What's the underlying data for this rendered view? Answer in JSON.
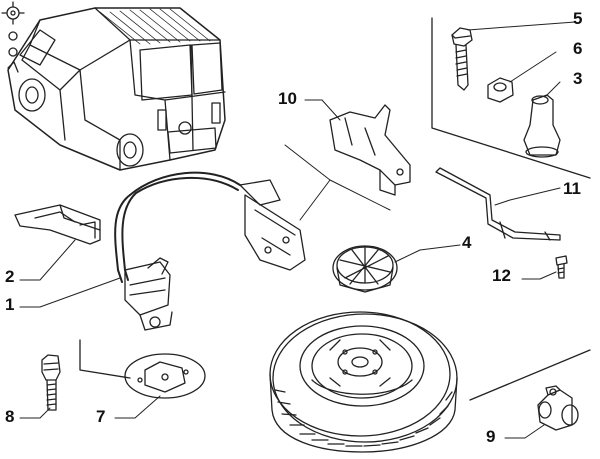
{
  "diagram": {
    "type": "exploded-parts-diagram",
    "subject": "spare wheel and jack mounting",
    "callouts": [
      "1",
      "2",
      "3",
      "4",
      "5",
      "6",
      "7",
      "8",
      "9",
      "10",
      "11",
      "12"
    ],
    "parts": {
      "p1": {
        "label": "1",
        "desc": "spare wheel winch carrier"
      },
      "p2": {
        "label": "2",
        "desc": "bracket"
      },
      "p3": {
        "label": "3",
        "desc": "nut insert"
      },
      "p4": {
        "label": "4",
        "desc": "cup / pad"
      },
      "p5": {
        "label": "5",
        "desc": "bolt"
      },
      "p6": {
        "label": "6",
        "desc": "nut"
      },
      "p7": {
        "label": "7",
        "desc": "plate"
      },
      "p8": {
        "label": "8",
        "desc": "bolt"
      },
      "p9": {
        "label": "9",
        "desc": "fitting"
      },
      "p10": {
        "label": "10",
        "desc": "bracket"
      },
      "p11": {
        "label": "11",
        "desc": "rod"
      },
      "p12": {
        "label": "12",
        "desc": "screw"
      }
    },
    "colors": {
      "line": "#222222",
      "background": "#ffffff"
    }
  }
}
